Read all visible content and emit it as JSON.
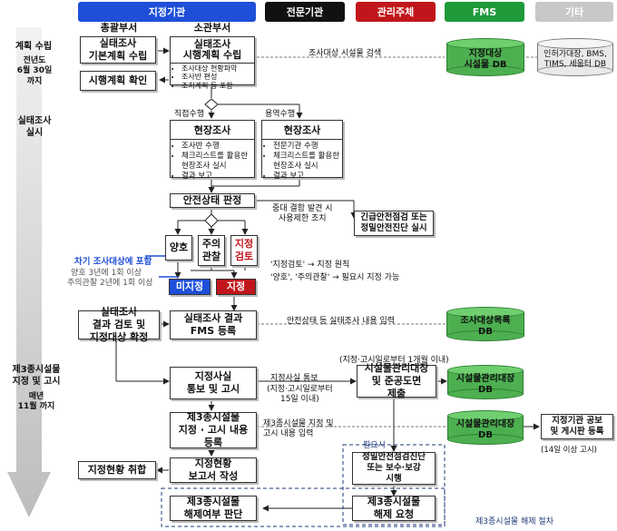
{
  "headers": {
    "designated": "지정기관",
    "general_dept": "총괄부서",
    "responsible_dept": "소관부서",
    "expert": "전문기관",
    "manager": "관리주체",
    "fms": "FMS",
    "other": "기타"
  },
  "colors": {
    "blue": "#1e4fd8",
    "black": "#111111",
    "red": "#c0161b",
    "green": "#1f9a3a",
    "gray": "#c8c8c8",
    "arrow": "#888888"
  },
  "left_labels": {
    "plan": "계획 수립",
    "plan_when": "전년도\n6월 30일\n까지",
    "survey": "실태조사\n실시",
    "designate": "제3종시설물\n지정 및 고시",
    "designate_when": "매년\n11월 까지"
  },
  "boxes": {
    "basic_plan": "실태조사\n기본계획 수립",
    "plan_confirm": "시행계획 확인",
    "exec_plan": "실태조사\n시행계획 수립",
    "exec_plan_items": [
      "조사대상 현황파악",
      "조사반 편성",
      "조치계획 등 포함"
    ],
    "field_direct_title": "현장조사",
    "field_direct_items": [
      "조사반 수행",
      "체크리스트를 활용한 현장조사 실시",
      "결과 보고"
    ],
    "field_contract_title": "현장조사",
    "field_contract_items": [
      "전문기관 수행",
      "체크리스트를 활용한 현장조사 실시",
      "결과 보고"
    ],
    "safety_judge": "안전상태 판정",
    "good": "양호",
    "caution": "주의\n관찰",
    "review": "지정\n검토",
    "non_designate": "미지정",
    "designate": "지정",
    "emergency": "긴급안전점검 또는\n정밀안전진단 실시",
    "review_results": "실태조사\n결과 검토 및\n지정대상 확정",
    "register_fms": "실태조사 결과\nFMS 등록",
    "notify": "지정사실\n통보 및 고시",
    "submit_drawings": "시설물관리대장\n및 준공도면\n제출",
    "register_notice": "제3종시설물\n지정 · 고시 내용\n등록",
    "status_report": "지정현황\n보고서 작성",
    "status_collect": "지정현황 취합",
    "inspection": "정밀안전점검진단\n또는 보수·보강\n시행",
    "release_request": "제3종시설물\n해제 요청",
    "release_judge": "제3종시설물\n해제여부 판단"
  },
  "dbs": {
    "designated_db": "지정대상\n시설물 DB",
    "other_db": "인허가대장, BMS,\nTIMS, 세움터 DB",
    "survey_db": "조사대상목록\nDB",
    "ledger_db1": "시설물관리대장\nDB",
    "ledger_db2": "시설물관리대장\nDB"
  },
  "notes": {
    "search": "조사대상 시설물 검색",
    "direct": "직접수행",
    "contract": "용역수행",
    "serious": "중대 결함 발견 시\n사용제한 조치",
    "next_survey": "차기 조사대상에 포함",
    "good_cycle": "양호 3년에 1회 이상",
    "caution_cycle": "주의관찰 2년에 1회 이상",
    "review_rule": "'지정검토' → 지정 원칙",
    "good_rule": "'양호', '주의관찰' → 필요시 지정 가능",
    "safety_input": "안전상태 등 실태조사 내용 입력",
    "within_month": "(지정·고시일로부터 1개월 이내)",
    "notice_send": "지정사실 통보",
    "within_15": "(지정·고시일로부터\n15일 이내)",
    "content_input": "제3종시설물 지정 및\n고시 내용 입력",
    "if_needed": "필요시",
    "public_notice": "지정기관 공보\n및 게시판 등록",
    "within_14": "(14일 이상 고시)",
    "release_proc": "제3종시설물 해제 절차"
  }
}
